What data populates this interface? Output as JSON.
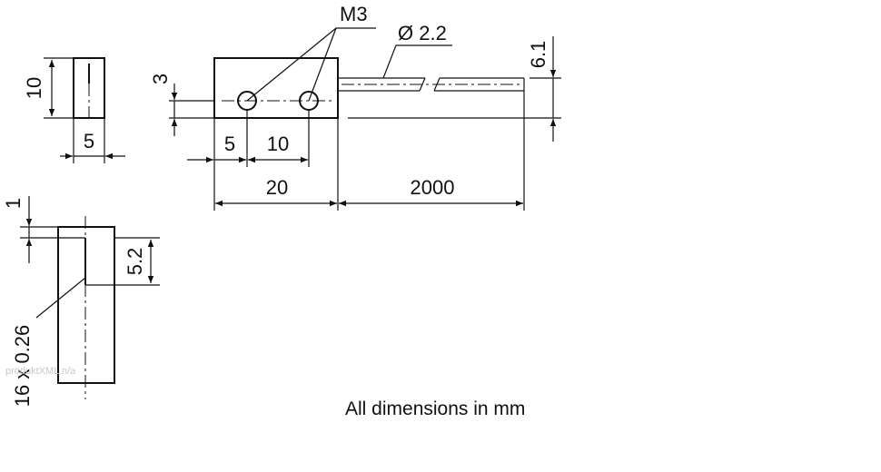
{
  "labels": {
    "thread": "M3",
    "diameter": "Ø 2.2",
    "height_small": "10",
    "width_small": "5",
    "offset_3": "3",
    "hole_offset_5": "5",
    "hole_spacing_10": "10",
    "length_20": "20",
    "cable_2000": "2000",
    "cable_height": "6.1",
    "top_1": "1",
    "slot_5_2": "5.2",
    "slot_spec": "16 x 0.26"
  },
  "watermark": "produktXML n/a",
  "note": "All dimensions in mm"
}
